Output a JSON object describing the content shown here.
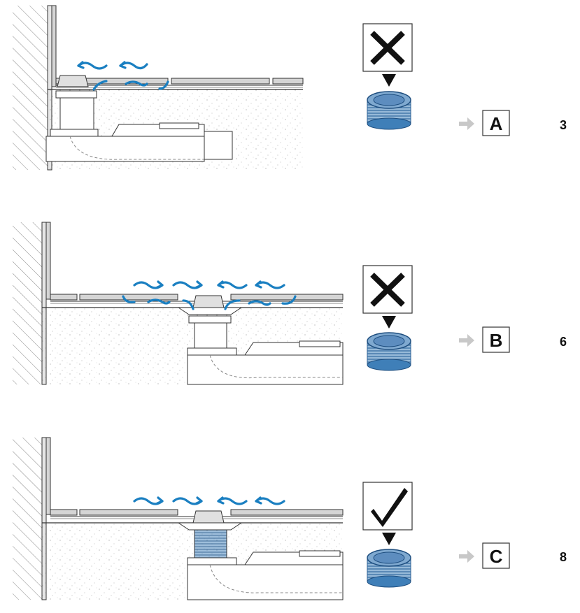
{
  "rows": [
    {
      "id": "A",
      "status": "incorrect",
      "status_icon": "cross-icon",
      "letter": "A",
      "number": "3"
    },
    {
      "id": "B",
      "status": "incorrect",
      "status_icon": "cross-icon",
      "letter": "B",
      "number": "6"
    },
    {
      "id": "C",
      "status": "correct",
      "status_icon": "check-icon",
      "letter": "C",
      "number": "8"
    }
  ],
  "colors": {
    "airflow": "#1a7fc1",
    "trap_blue": "#3f7fb8",
    "trap_blue_dark": "#1f4f80",
    "pointer_arrow": "#c8c8c8",
    "line": "#333333",
    "tile": "#d5d5d5"
  }
}
